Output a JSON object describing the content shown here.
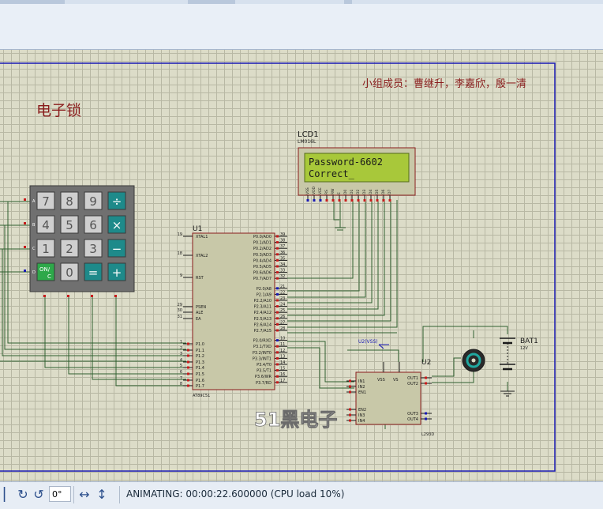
{
  "schematic": {
    "title": "电子锁",
    "team": "小组成员：曹继升，李嘉欣，殷一清",
    "watermark": "51黑电子"
  },
  "lcd": {
    "ref": "LCD1",
    "model": "LM016L",
    "line1": "Password-6602",
    "line2": "Correct_",
    "pins": [
      "VSS",
      "VDD",
      "VEE",
      "RS",
      "RW",
      "E",
      "D0",
      "D1",
      "D2",
      "D3",
      "D4",
      "D5",
      "D6",
      "D7"
    ]
  },
  "keypad": {
    "rows": [
      [
        "7",
        "8",
        "9",
        "÷"
      ],
      [
        "4",
        "5",
        "6",
        "×"
      ],
      [
        "1",
        "2",
        "3",
        "−"
      ],
      [
        "ON/C",
        "0",
        "=",
        "+"
      ]
    ],
    "row_labels": [
      "A",
      "B",
      "C",
      "D"
    ]
  },
  "mcu": {
    "ref": "U1",
    "model": "AT89C51",
    "left_pins": [
      {
        "num": "19",
        "name": "XTAL1"
      },
      {
        "num": "18",
        "name": "XTAL2"
      },
      {
        "num": "9",
        "name": "RST"
      },
      {
        "num": "29",
        "name": "PSEN"
      },
      {
        "num": "30",
        "name": "ALE"
      },
      {
        "num": "31",
        "name": "EA"
      },
      {
        "num": "1",
        "name": "P1.0"
      },
      {
        "num": "2",
        "name": "P1.1"
      },
      {
        "num": "3",
        "name": "P1.2"
      },
      {
        "num": "4",
        "name": "P1.3"
      },
      {
        "num": "5",
        "name": "P1.4"
      },
      {
        "num": "6",
        "name": "P1.5"
      },
      {
        "num": "7",
        "name": "P1.6"
      },
      {
        "num": "8",
        "name": "P1.7"
      }
    ],
    "right_pins": [
      {
        "num": "39",
        "name": "P0.0/AD0"
      },
      {
        "num": "38",
        "name": "P0.1/AD1"
      },
      {
        "num": "37",
        "name": "P0.2/AD2"
      },
      {
        "num": "36",
        "name": "P0.3/AD3"
      },
      {
        "num": "35",
        "name": "P0.4/AD4"
      },
      {
        "num": "34",
        "name": "P0.5/AD5"
      },
      {
        "num": "33",
        "name": "P0.6/AD6"
      },
      {
        "num": "32",
        "name": "P0.7/AD7"
      },
      {
        "num": "21",
        "name": "P2.0/A8"
      },
      {
        "num": "22",
        "name": "P2.1/A9"
      },
      {
        "num": "23",
        "name": "P2.2/A10"
      },
      {
        "num": "24",
        "name": "P2.3/A11"
      },
      {
        "num": "25",
        "name": "P2.4/A12"
      },
      {
        "num": "26",
        "name": "P2.5/A13"
      },
      {
        "num": "27",
        "name": "P2.6/A14"
      },
      {
        "num": "28",
        "name": "P2.7/A15"
      },
      {
        "num": "10",
        "name": "P3.0/RXD"
      },
      {
        "num": "11",
        "name": "P3.1/TXD"
      },
      {
        "num": "12",
        "name": "P3.2/INT0"
      },
      {
        "num": "13",
        "name": "P3.3/INT1"
      },
      {
        "num": "14",
        "name": "P3.4/T0"
      },
      {
        "num": "15",
        "name": "P3.5/T1"
      },
      {
        "num": "16",
        "name": "P3.6/WR"
      },
      {
        "num": "17",
        "name": "P3.7/RD"
      }
    ]
  },
  "driver": {
    "ref": "U2",
    "model": "L293D",
    "power_label": "U2(VSS)",
    "pins_left": [
      "IN1",
      "IN2",
      "EN1",
      "EN2",
      "IN3",
      "IN4"
    ],
    "pins_top": [
      "VSS",
      "VS"
    ],
    "pins_right": [
      "OUT1",
      "OUT2",
      "OUT3",
      "OUT4"
    ]
  },
  "battery": {
    "ref": "BAT1",
    "value": "12V"
  },
  "status": {
    "rotation": "0°",
    "text": "ANIMATING: 00:00:22.600000 (CPU load 10%)"
  },
  "colors": {
    "canvas": "#dcdcc8",
    "grid": "#b8b8a4",
    "wire": "#2f5f2f",
    "component_body": "#c8c8a8",
    "component_outline": "#8a1c1c",
    "lcd_screen": "#a8c83a",
    "sheet_border": "#1a1ab4",
    "label_text": "#8a1c1c"
  }
}
